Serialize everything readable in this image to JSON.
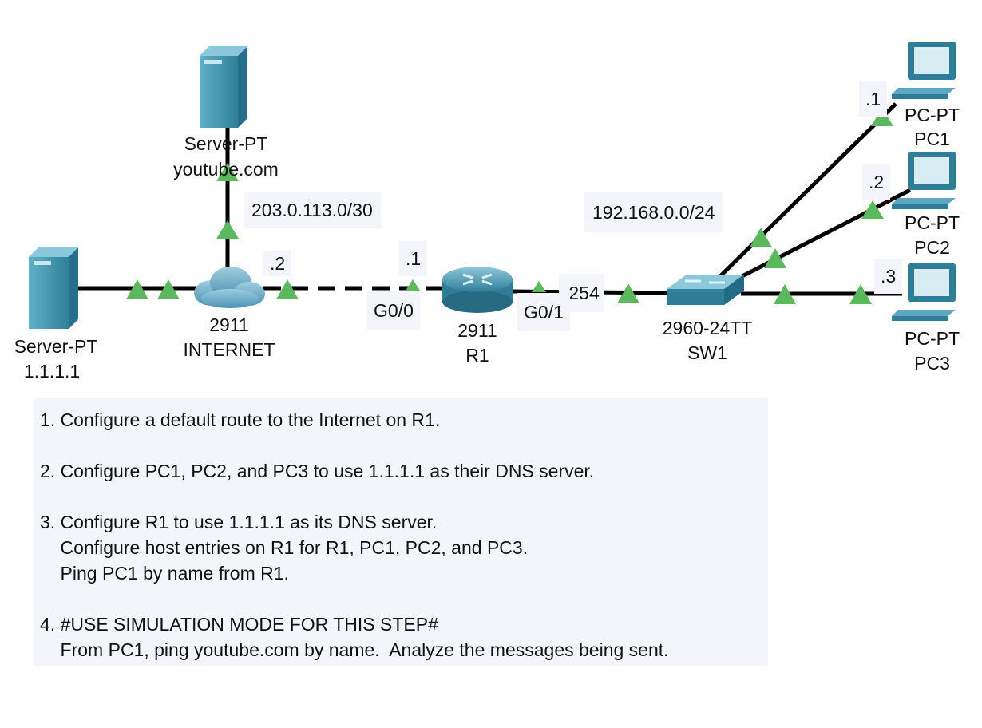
{
  "devices": {
    "server_youtube": {
      "model": "Server-PT",
      "name": "youtube.com"
    },
    "server_dns": {
      "model": "Server-PT",
      "name": "1.1.1.1"
    },
    "internet": {
      "model": "2911",
      "name": "INTERNET"
    },
    "r1": {
      "model": "2911",
      "name": "R1"
    },
    "sw1": {
      "model": "2960-24TT",
      "name": "SW1"
    },
    "pc1": {
      "model": "PC-PT",
      "name": "PC1"
    },
    "pc2": {
      "model": "PC-PT",
      "name": "PC2"
    },
    "pc3": {
      "model": "PC-PT",
      "name": "PC3"
    }
  },
  "networks": {
    "wan": "203.0.113.0/30",
    "lan": "192.168.0.0/24"
  },
  "addresses": {
    "internet_wan": ".2",
    "r1_wan": ".1",
    "r1_lan": ".254",
    "pc1": ".1",
    "pc2": ".2",
    "pc3": ".3"
  },
  "interfaces": {
    "r1_wan": "G0/0",
    "r1_lan": "G0/1"
  },
  "tasks": [
    {
      "lines": [
        "1. Configure a default route to the Internet on R1."
      ]
    },
    {
      "lines": [
        "2. Configure PC1, PC2, and PC3 to use 1.1.1.1 as their DNS server."
      ]
    },
    {
      "lines": [
        "3. Configure R1 to use 1.1.1.1 as its DNS server.",
        "    Configure host entries on R1 for R1, PC1, PC2, and PC3.",
        "    Ping PC1 by name from R1."
      ]
    },
    {
      "lines": [
        "4. #USE SIMULATION MODE FOR THIS STEP#",
        "    From PC1, ping youtube.com by name.  Analyze the messages being sent."
      ]
    }
  ],
  "colors": {
    "link_up": "#5cb85c",
    "device_teal": "#3e8ea8",
    "panel": "#f4f5fb"
  },
  "icons": [
    "server-icon",
    "cloud-icon",
    "router-icon",
    "switch-icon",
    "pc-icon",
    "link-up-triangle-icon"
  ]
}
